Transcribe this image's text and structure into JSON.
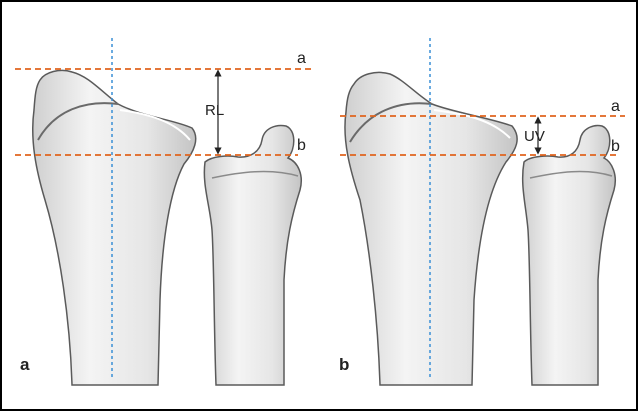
{
  "panels": [
    {
      "label": "a",
      "line_top_label": "a",
      "line_bottom_label": "b",
      "measurement_label": "RL"
    },
    {
      "label": "b",
      "line_top_label": "a",
      "line_bottom_label": "b",
      "measurement_label": "UV"
    }
  ],
  "colors": {
    "reference_line": "#e0641e",
    "axis_line": "#3a8fd6",
    "bone_fill": "#eaeaea",
    "bone_outline": "#5a5a5a",
    "frame": "#000000"
  }
}
